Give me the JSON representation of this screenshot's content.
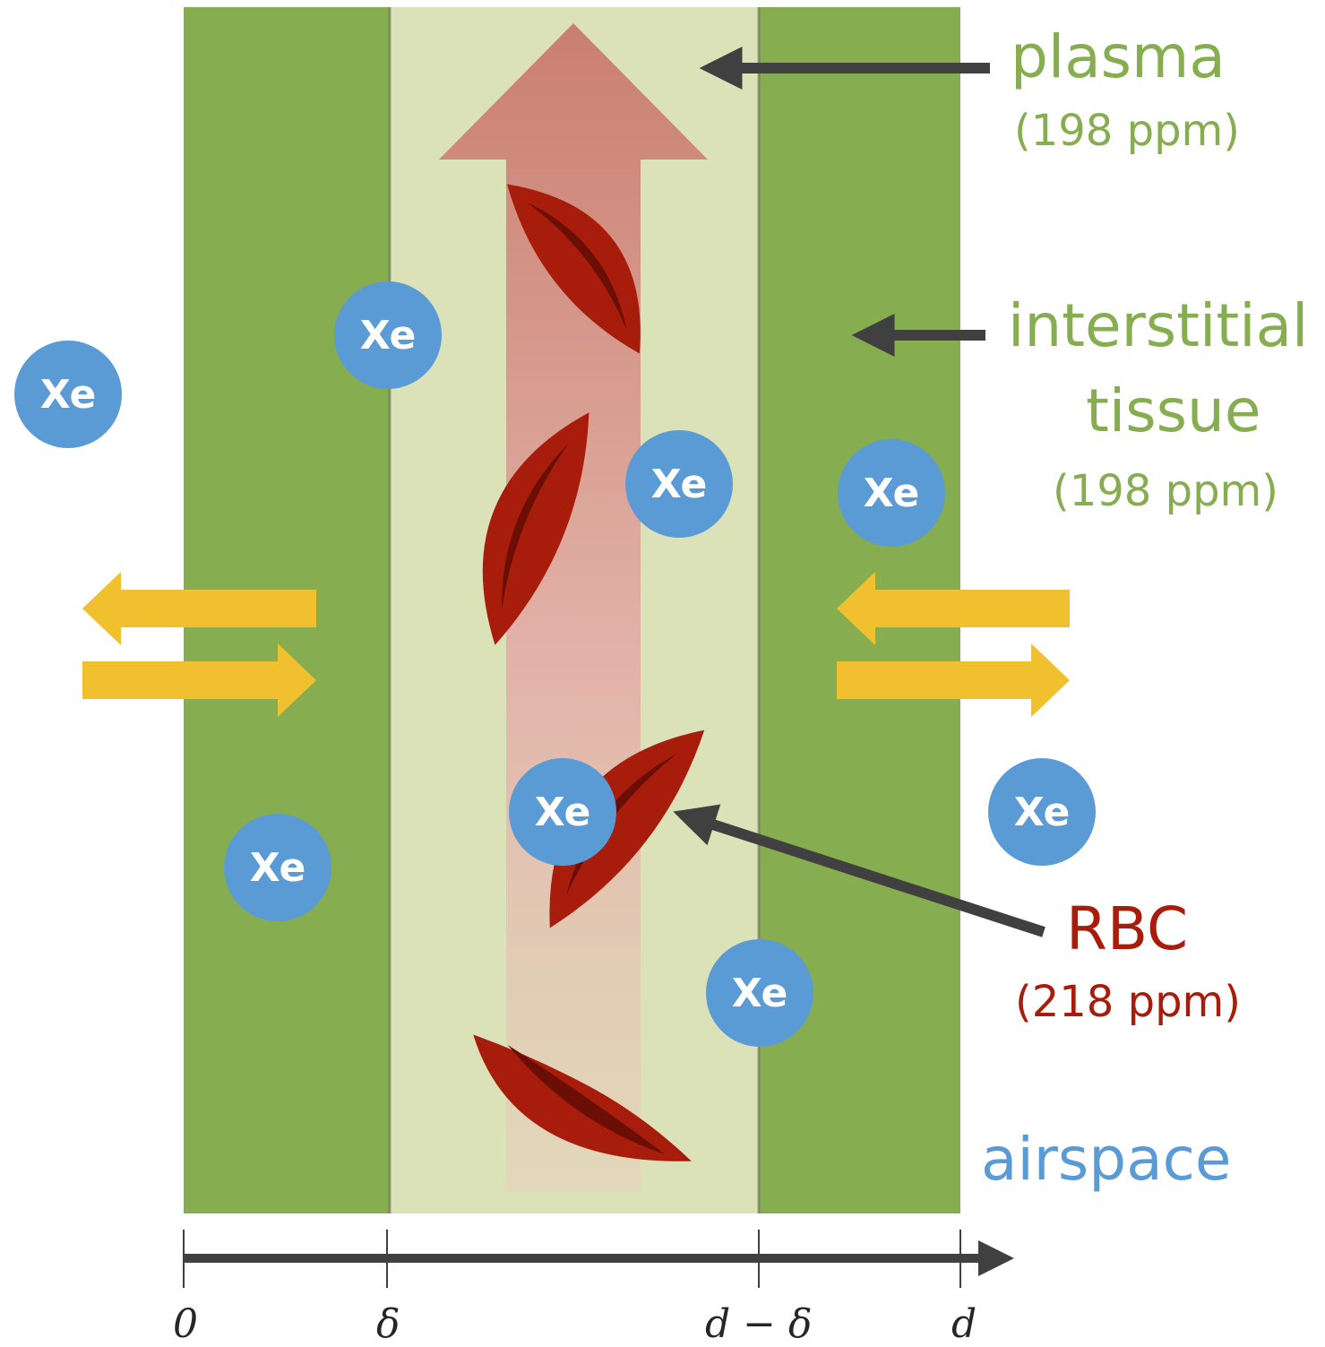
{
  "labels": {
    "plasma": "plasma",
    "plasma_ppm": "(198 ppm)",
    "interstitial_line1": "interstitial",
    "interstitial_line2": "tissue",
    "interstitial_ppm": "(198 ppm)",
    "rbc": "RBC",
    "rbc_ppm": "(218 ppm)",
    "airspace": "airspace"
  },
  "xenon_label": "Xe",
  "xenon_count": 8,
  "axis_ticks": [
    "0",
    "δ",
    "d − δ",
    "d"
  ],
  "colors": {
    "interstitial_tissue": "#86ad50",
    "plasma": "#dce2b8",
    "rbc": "#a81c0c",
    "xenon": "#5b9bd5",
    "exchange_arrows": "#f0c02e",
    "flow_arrow": "#c97a6c",
    "pointer_arrows": "#404040"
  }
}
